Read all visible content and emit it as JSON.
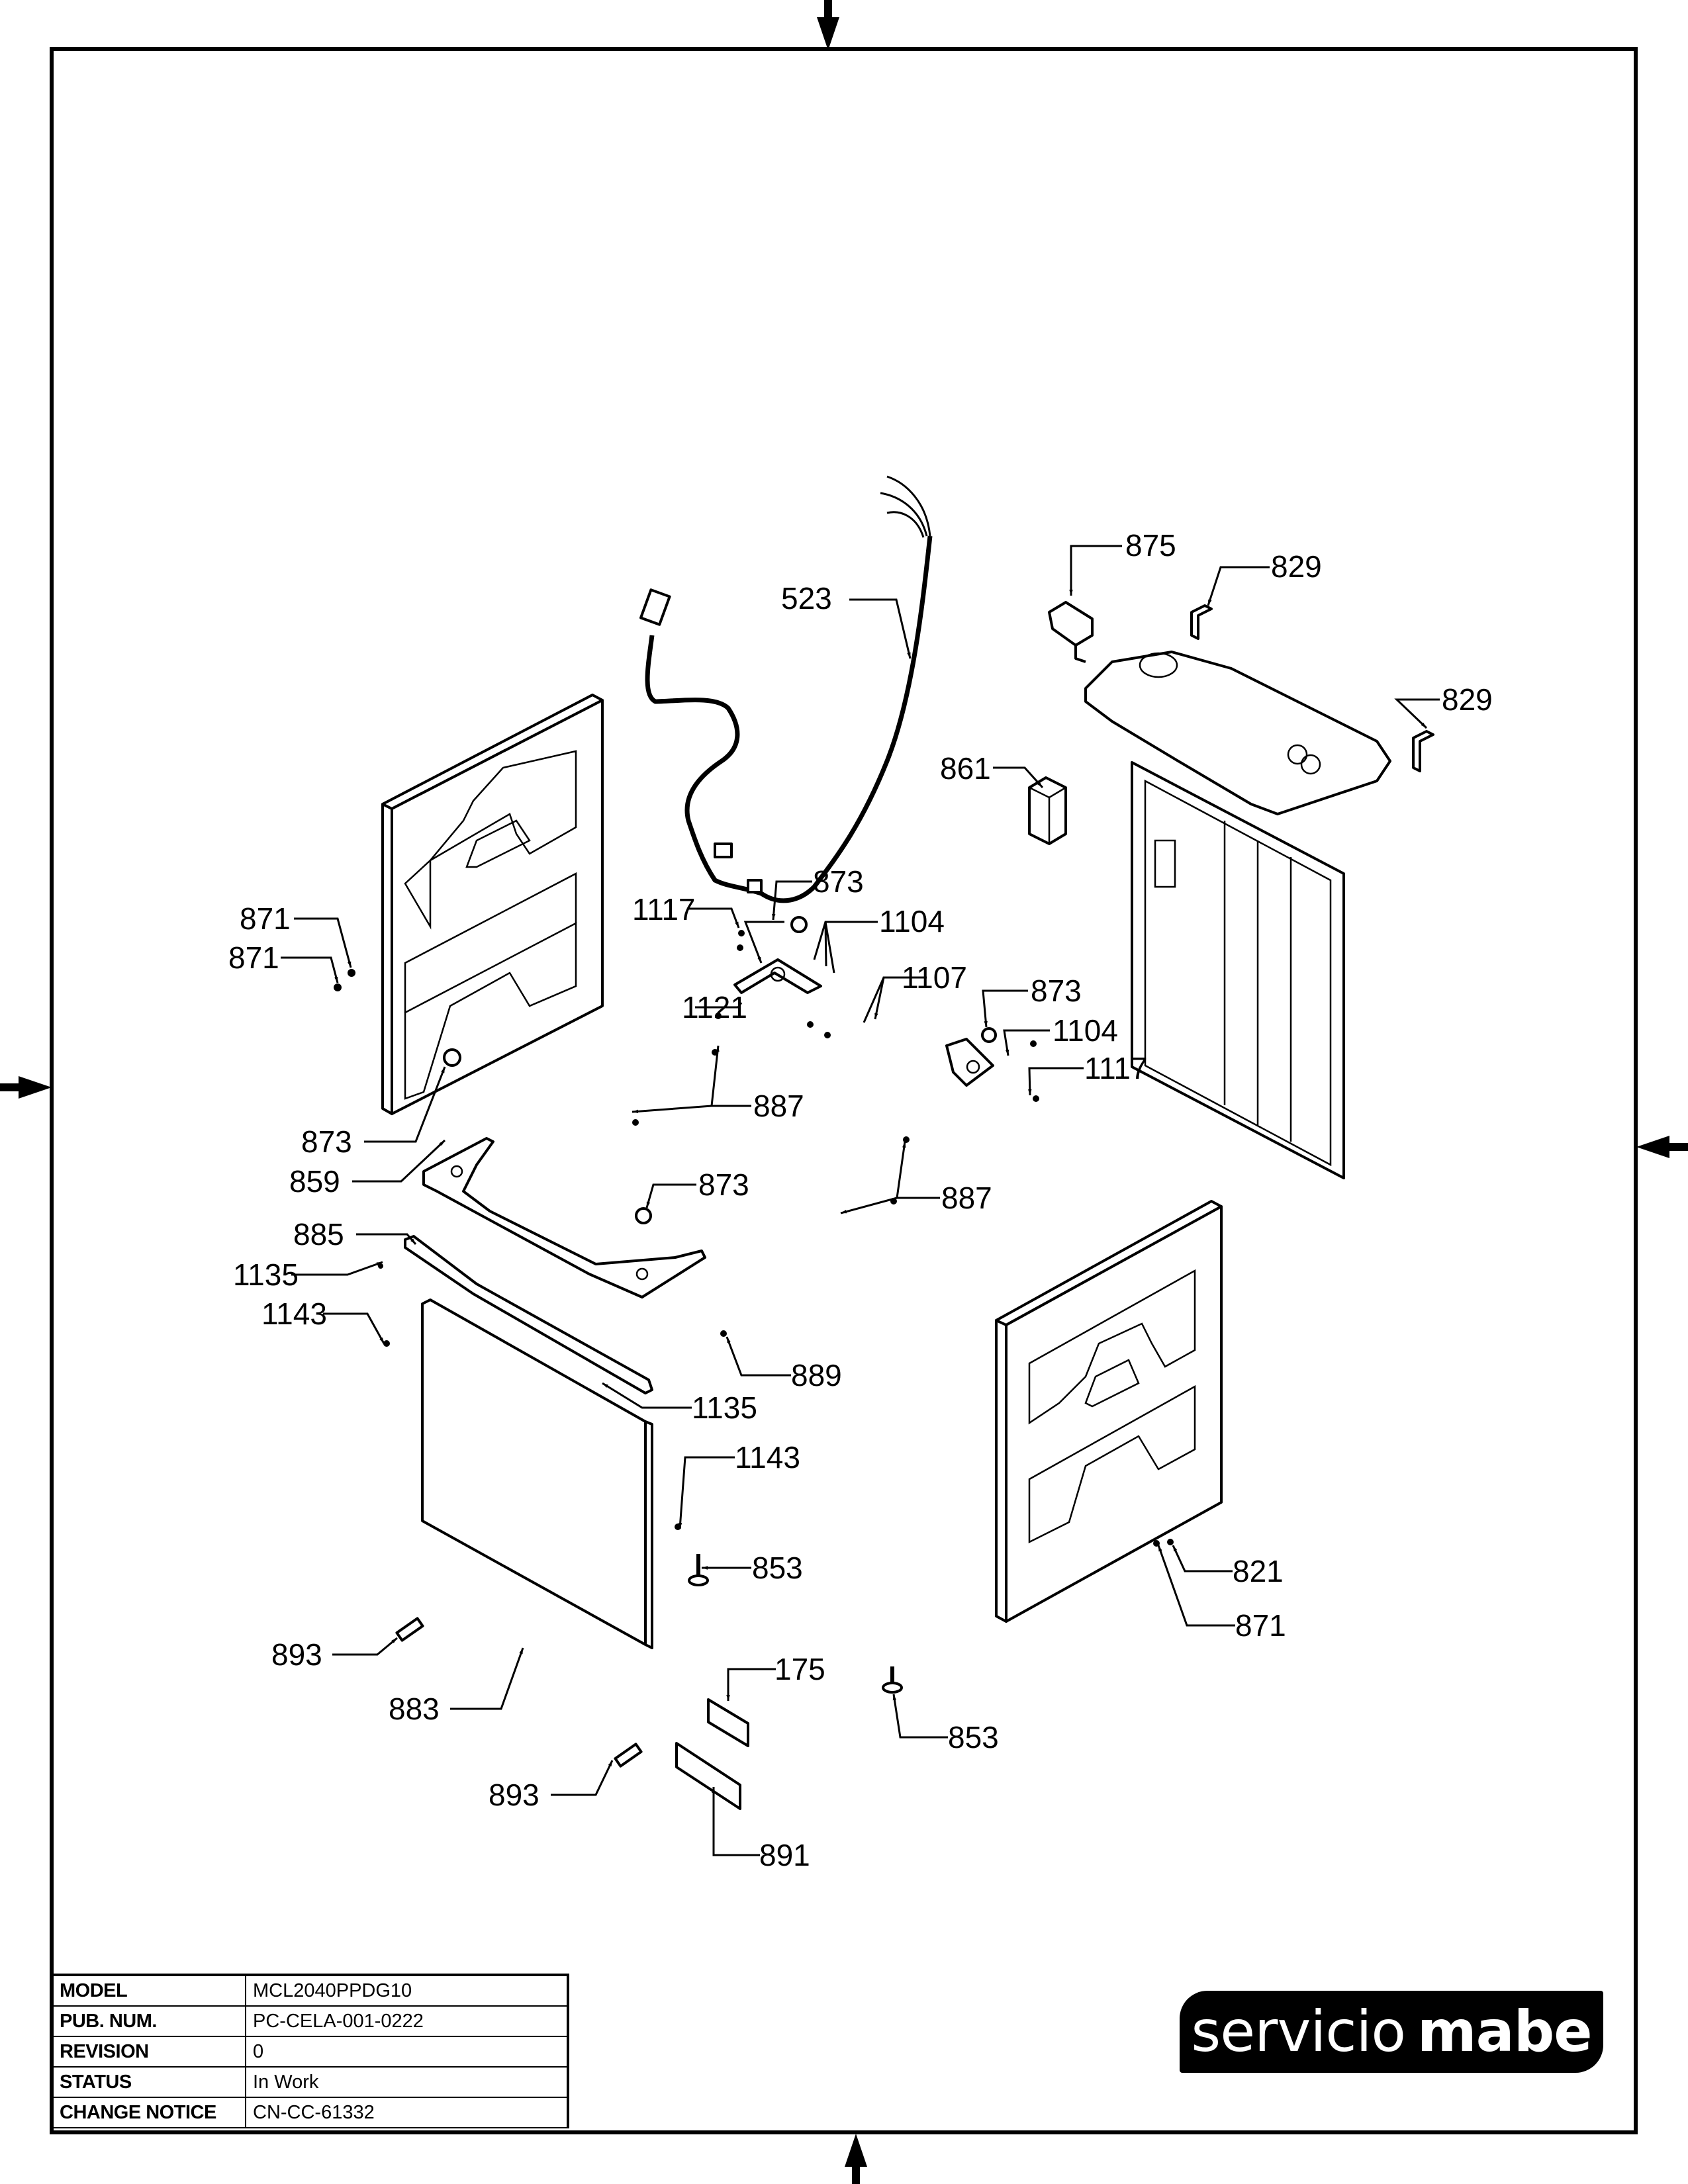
{
  "drawing": {
    "type": "exploded-parts-diagram",
    "callouts": [
      {
        "id": "c523",
        "label": "523",
        "part": "wiring-harness"
      },
      {
        "id": "c875",
        "label": "875",
        "part": "bracket-cover"
      },
      {
        "id": "c829a",
        "label": "829",
        "part": "hinge-bracket"
      },
      {
        "id": "c829b",
        "label": "829",
        "part": "hinge-bracket"
      },
      {
        "id": "c861",
        "label": "861",
        "part": "junction-box"
      },
      {
        "id": "c871a",
        "label": "871",
        "part": "screw"
      },
      {
        "id": "c871b",
        "label": "871",
        "part": "screw"
      },
      {
        "id": "c1117a",
        "label": "1117",
        "part": "screw"
      },
      {
        "id": "c873a",
        "label": "873",
        "part": "grommet"
      },
      {
        "id": "c1104a",
        "label": "1104",
        "part": "screw"
      },
      {
        "id": "c1107",
        "label": "1107",
        "part": "screw"
      },
      {
        "id": "c1121",
        "label": "1121",
        "part": "clip"
      },
      {
        "id": "c873b",
        "label": "873",
        "part": "grommet"
      },
      {
        "id": "c1104b",
        "label": "1104",
        "part": "screw"
      },
      {
        "id": "c1117b",
        "label": "1117",
        "part": "screw"
      },
      {
        "id": "c887a",
        "label": "887",
        "part": "screw"
      },
      {
        "id": "c873c",
        "label": "873",
        "part": "grommet"
      },
      {
        "id": "c859",
        "label": "859",
        "part": "clip"
      },
      {
        "id": "c873d",
        "label": "873",
        "part": "grommet"
      },
      {
        "id": "c887b",
        "label": "887",
        "part": "screw"
      },
      {
        "id": "c885",
        "label": "885",
        "part": "front-rail"
      },
      {
        "id": "c1135a",
        "label": "1135",
        "part": "screw"
      },
      {
        "id": "c1143a",
        "label": "1143",
        "part": "screw"
      },
      {
        "id": "c889",
        "label": "889",
        "part": "screw"
      },
      {
        "id": "c1135b",
        "label": "1135",
        "part": "screw"
      },
      {
        "id": "c1143b",
        "label": "1143",
        "part": "screw"
      },
      {
        "id": "c853a",
        "label": "853",
        "part": "leveling-leg"
      },
      {
        "id": "c821",
        "label": "821",
        "part": "washer"
      },
      {
        "id": "c871c",
        "label": "871",
        "part": "screw"
      },
      {
        "id": "c893a",
        "label": "893",
        "part": "foot-pad"
      },
      {
        "id": "c883",
        "label": "883",
        "part": "front-panel"
      },
      {
        "id": "c175",
        "label": "175",
        "part": "label"
      },
      {
        "id": "c853b",
        "label": "853",
        "part": "leveling-leg"
      },
      {
        "id": "c893b",
        "label": "893",
        "part": "foot-pad"
      },
      {
        "id": "c891",
        "label": "891",
        "part": "label"
      }
    ]
  },
  "titleblock": {
    "rows": [
      {
        "key": "MODEL",
        "value": "MCL2040PPDG10"
      },
      {
        "key": "PUB. NUM.",
        "value": "PC-CELA-001-0222"
      },
      {
        "key": "REVISION",
        "value": "0"
      },
      {
        "key": "STATUS",
        "value": "In Work"
      },
      {
        "key": "CHANGE NOTICE",
        "value": "CN-CC-61332"
      }
    ]
  },
  "logo": {
    "light": "servicio",
    "bold": "mabe"
  }
}
